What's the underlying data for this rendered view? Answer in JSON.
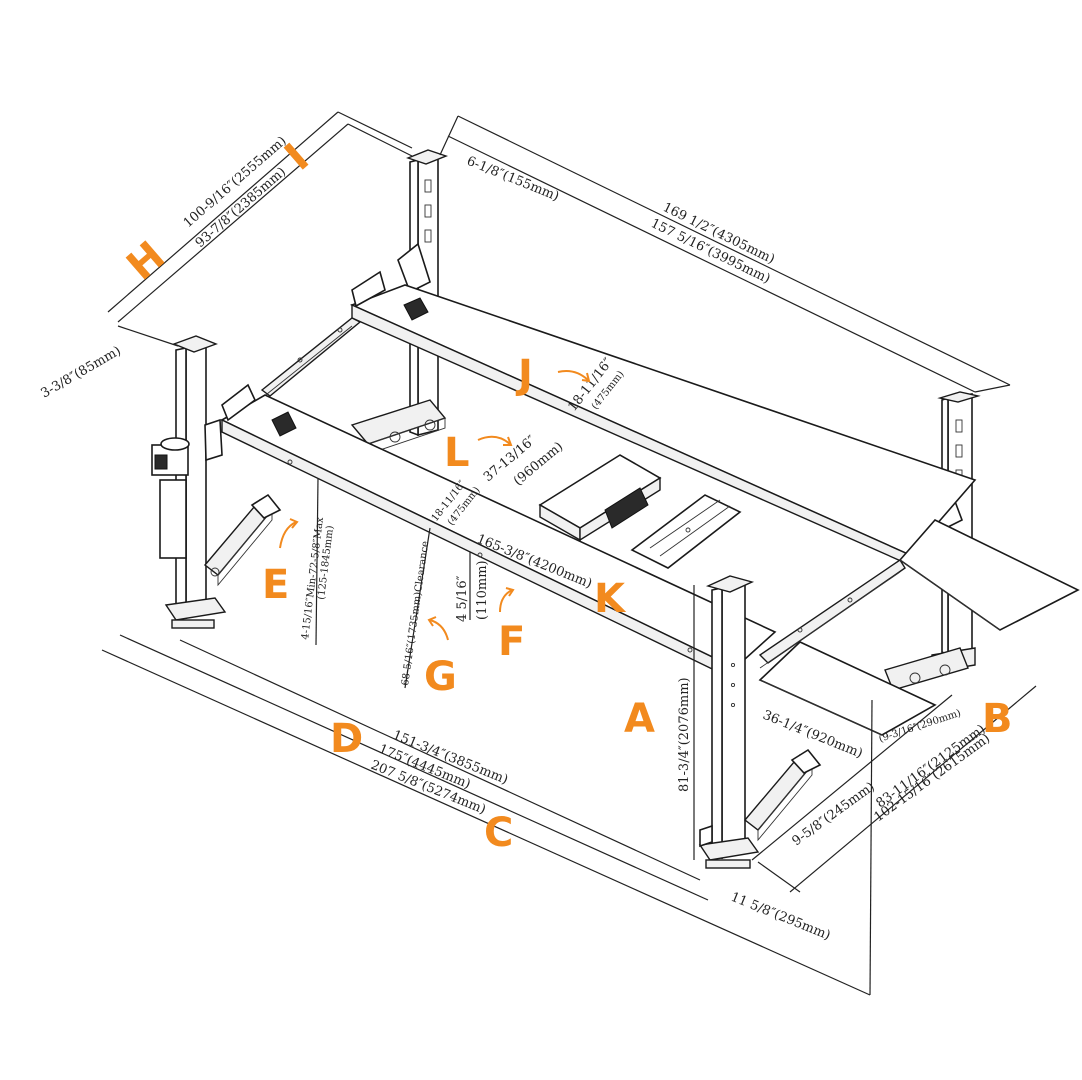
{
  "letters": {
    "a": "A",
    "b": "B",
    "c": "C",
    "d": "D",
    "e": "E",
    "f": "F",
    "g": "G",
    "h": "H",
    "i": "I",
    "j": "J",
    "k": "K",
    "l": "L"
  },
  "dimensions": {
    "h_outer": "100-9/16″(2555mm)",
    "h_inner": "93-7/8″(2385mm)",
    "post_offset": "3-3/8″(85mm)",
    "i_top": "6-1/8″(155mm)",
    "top_outer": "169 1/2″(4305mm)",
    "top_inner": "157 5/16″(3995mm)",
    "j_value": "18-11/16″",
    "j_mm": "(475mm)",
    "l_value": "37-13/16″",
    "l_mm": "(960mm)",
    "g_small": "18-11/16″",
    "g_small_mm": "(475mm)",
    "k_value": "165-3/8″(4200mm)",
    "f_value": "4 5/16″",
    "f_mm": "(110mm)",
    "e_value": "4-15/16″Min-72-5/8″Max",
    "e_mm": "(125-1845mm)",
    "g_value": "68-5/16″(1735mm)Clearance",
    "a_value": "81-3/4″(2076mm)",
    "ramp_width": "36-1/4″(920mm)",
    "ramp_gap": "(9-3/16″(290mm)",
    "d_value": "151-3/4″(3855mm)",
    "c_mid": "175″(4445mm)",
    "c_value": "207 5/8″(5274mm)",
    "b_inner": "83-11/16″(2125mm)",
    "b_outer": "102-15/16″(2615mm)",
    "base_offset": "9-5/8″(245mm)",
    "base_width": "11 5/8″(295mm)"
  },
  "colors": {
    "accent": "#f28a1e",
    "line": "#222222"
  }
}
